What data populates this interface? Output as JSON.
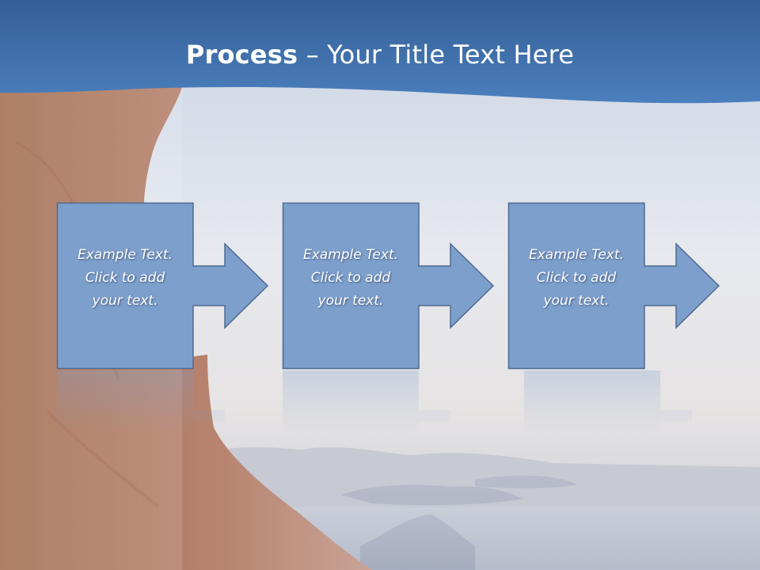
{
  "slide": {
    "title_bold": "Process",
    "title_rest": " – Your Title Text Here"
  },
  "steps": [
    {
      "line1": "Example Text.",
      "line2": "Click  to add",
      "line3": "your text."
    },
    {
      "line1": "Example Text.",
      "line2": "Click  to add",
      "line3": "your text."
    },
    {
      "line1": "Example Text.",
      "line2": "Click  to add",
      "line3": "your text."
    }
  ],
  "colors": {
    "header_band": "#3d6ea6",
    "box_fill": "#7d9fcb",
    "box_stroke": "#4e6a92",
    "cliff": "#a8755a"
  }
}
